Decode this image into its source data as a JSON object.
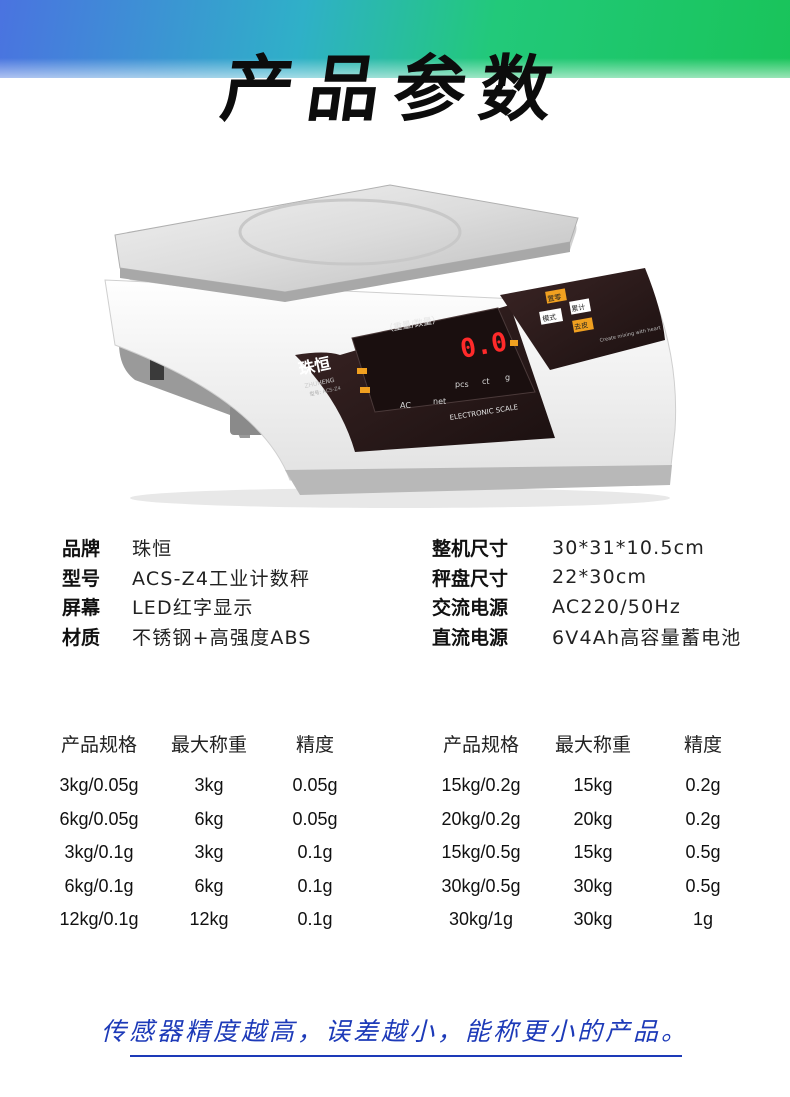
{
  "header": {
    "title": "产品参数"
  },
  "product_image": {
    "brand_logo": "珠恒",
    "brand_pinyin": "ZHUHENG",
    "model_small": "型号: ACS-Z4",
    "mode_label": "（重量/数量）",
    "display_digits": "0.0",
    "indicator_labels": [
      "AC",
      "net",
      "pcs",
      "ct",
      "g"
    ],
    "scale_label": "ELECTRONIC SCALE",
    "keypad_labels": [
      "置零",
      "模式",
      "累计",
      "去皮"
    ],
    "slogan_small": "Create mixing with heart"
  },
  "specs": {
    "left": [
      {
        "key": "品牌",
        "value": "珠恒"
      },
      {
        "key": "型号",
        "value": "ACS-Z4工业计数秤"
      },
      {
        "key": "屏幕",
        "value": "LED红字显示"
      },
      {
        "key": "材质",
        "value": "不锈钢+高强度ABS"
      }
    ],
    "right": [
      {
        "key": "整机尺寸",
        "value": "30*31*10.5cm"
      },
      {
        "key": "秤盘尺寸",
        "value": "22*30cm"
      },
      {
        "key": "交流电源",
        "value": "AC220/50Hz"
      },
      {
        "key": "直流电源",
        "value": "6V4Ah高容量蓄电池"
      }
    ]
  },
  "models": {
    "headers": [
      "产品规格",
      "最大称重",
      "精度"
    ],
    "left": [
      [
        "3kg/0.05g",
        "3kg",
        "0.05g"
      ],
      [
        "6kg/0.05g",
        "6kg",
        "0.05g"
      ],
      [
        "3kg/0.1g",
        "3kg",
        "0.1g"
      ],
      [
        "6kg/0.1g",
        "6kg",
        "0.1g"
      ],
      [
        "12kg/0.1g",
        "12kg",
        "0.1g"
      ]
    ],
    "right": [
      [
        "15kg/0.2g",
        "15kg",
        "0.2g"
      ],
      [
        "20kg/0.2g",
        "20kg",
        "0.2g"
      ],
      [
        "15kg/0.5g",
        "15kg",
        "0.5g"
      ],
      [
        "30kg/0.5g",
        "30kg",
        "0.5g"
      ],
      [
        "30kg/1g",
        "30kg",
        "1g"
      ]
    ]
  },
  "footer": {
    "slogan": "传感器精度越高，误差越小，能称更小的产品。"
  },
  "colors": {
    "gradient_blue": "#4a73e0",
    "gradient_green": "#19c45a",
    "display_red": "#ff2a2a",
    "panel_dark": "#2a1c1c",
    "slogan_blue": "#1d3ab8"
  }
}
